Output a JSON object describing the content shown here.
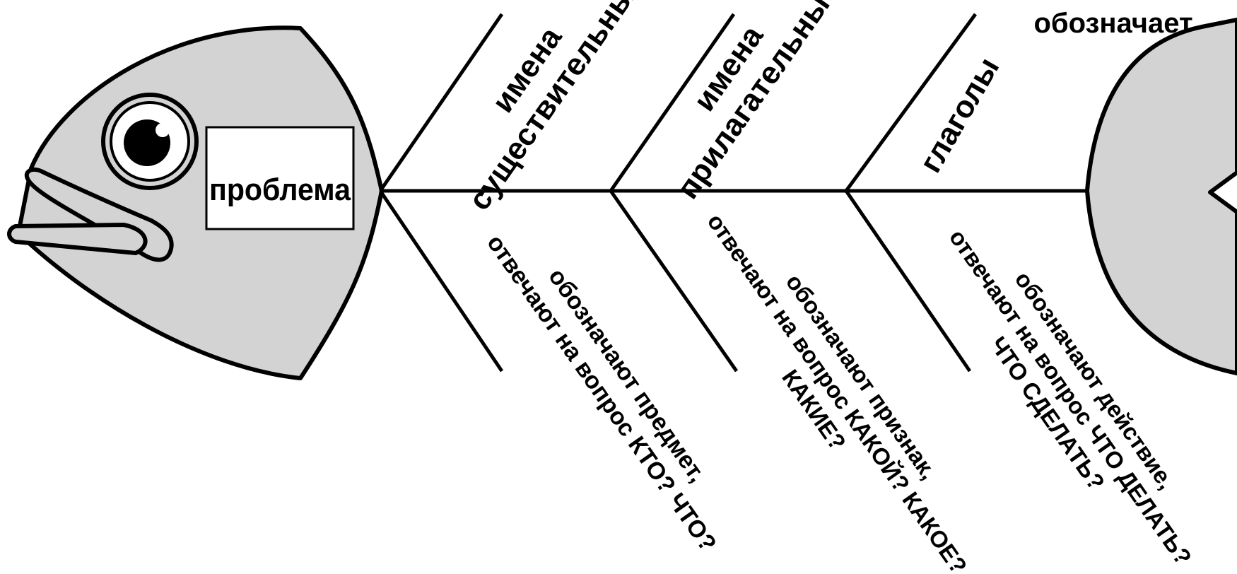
{
  "problem_label": "проблема",
  "colors": {
    "body": "#d3d3d3",
    "stroke": "#000000",
    "background": "#ffffff"
  },
  "top_branches": [
    {
      "label_lines": [
        "имена",
        "существительные"
      ]
    },
    {
      "label_lines": [
        "имена",
        "прилагательные"
      ]
    },
    {
      "label_lines": [
        "глаголы"
      ]
    }
  ],
  "corner_text": "обозначает",
  "bottom_branches": [
    {
      "lines": [
        "обозначают предмет,",
        "отвечают на вопрос КТО? ЧТО?"
      ]
    },
    {
      "lines": [
        "обозначают признак,",
        "отвечают на вопрос КАКОЙ? КАКОЕ?",
        "КАКИЕ?"
      ]
    },
    {
      "lines": [
        "обозначают действие,",
        "отвечают на вопрос ЧТО ДЕЛАТЬ?",
        "ЧТО СДЕЛАТЬ?"
      ]
    }
  ]
}
